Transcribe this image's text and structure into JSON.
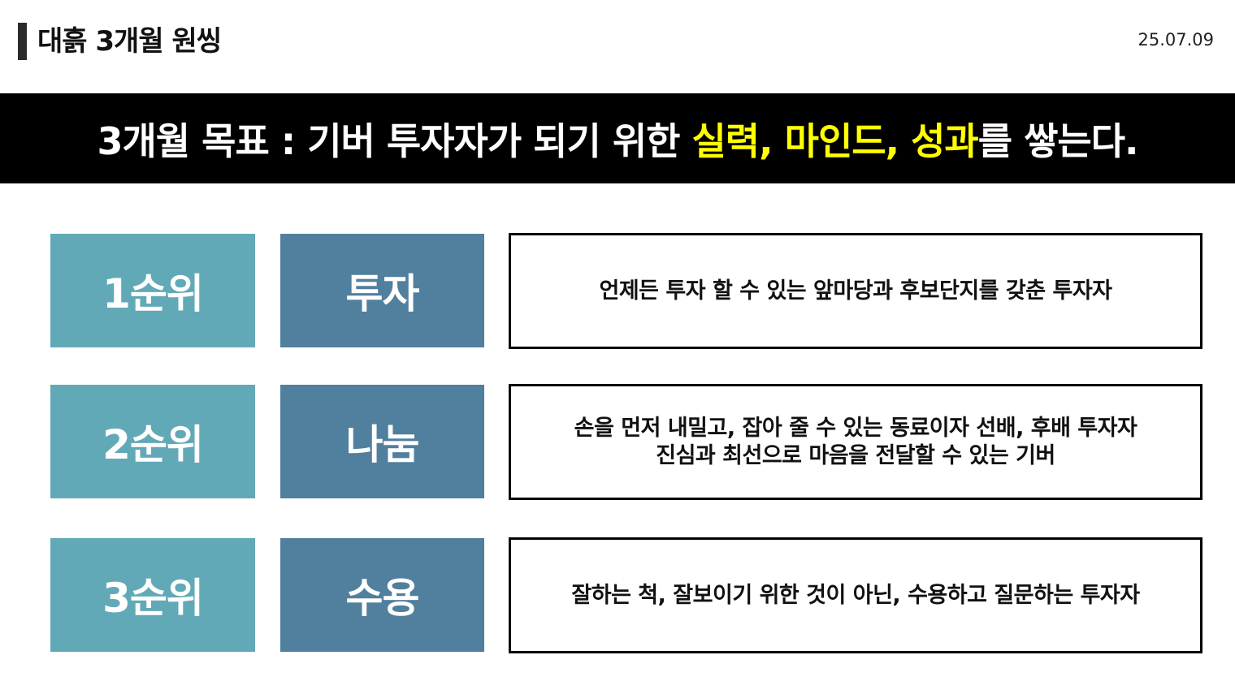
{
  "header": {
    "title": "대흙 3개월 원씽",
    "date": "25.07.09"
  },
  "banner": {
    "prefix": "3개월 목표 : 기버 투자자가 되기 위한 ",
    "hl1": "실력",
    "sep1": ", ",
    "hl2": "마인드",
    "sep2": ", ",
    "hl3": "성과",
    "suffix": "를 쌓는다."
  },
  "colors": {
    "rank_box": "#62a9b8",
    "category_box": "#517f9e",
    "highlight": "#ffff00",
    "banner_bg": "#000000"
  },
  "rows": [
    {
      "rank": "1순위",
      "category": "투자",
      "lines": [
        "언제든 투자 할 수 있는 앞마당과 후보단지를 갖춘 투자자"
      ]
    },
    {
      "rank": "2순위",
      "category": "나눔",
      "lines": [
        "손을 먼저 내밀고, 잡아 줄 수 있는 동료이자 선배, 후배 투자자",
        "진심과 최선으로 마음을 전달할 수 있는 기버"
      ]
    },
    {
      "rank": "3순위",
      "category": "수용",
      "lines": [
        "잘하는 척, 잘보이기 위한 것이 아닌, 수용하고 질문하는 투자자"
      ]
    }
  ]
}
